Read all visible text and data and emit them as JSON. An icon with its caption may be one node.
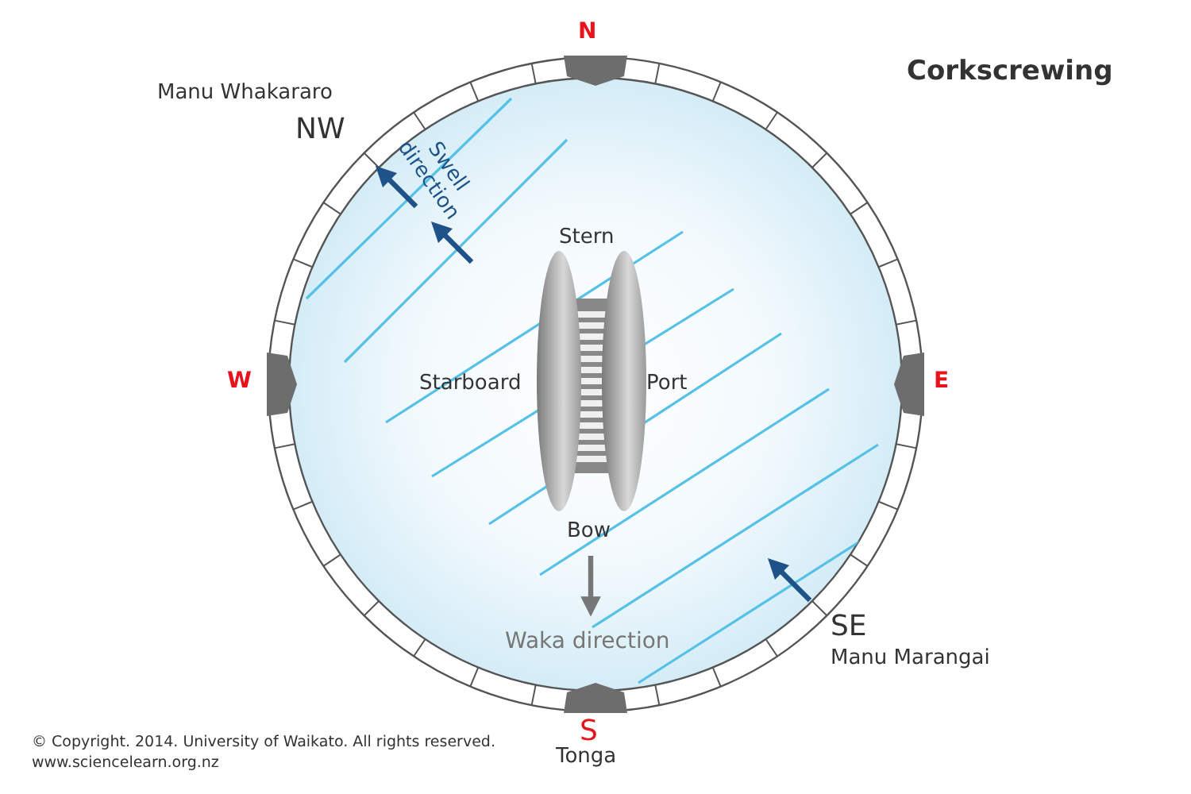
{
  "diagram": {
    "title": "Corkscrewing",
    "labels": [
      "N",
      "Manu Whakararo",
      "NW",
      "Swell direction",
      "Stern",
      "W",
      "Starboard",
      "Port",
      "E",
      "Bow",
      "Waka direction",
      "SE",
      "Manu Marangai",
      "S",
      "Tonga",
      "© Copyright. 2014. University of Waikato. All rights reserved.",
      "www.sciencelearn.org.nz"
    ]
  }
}
